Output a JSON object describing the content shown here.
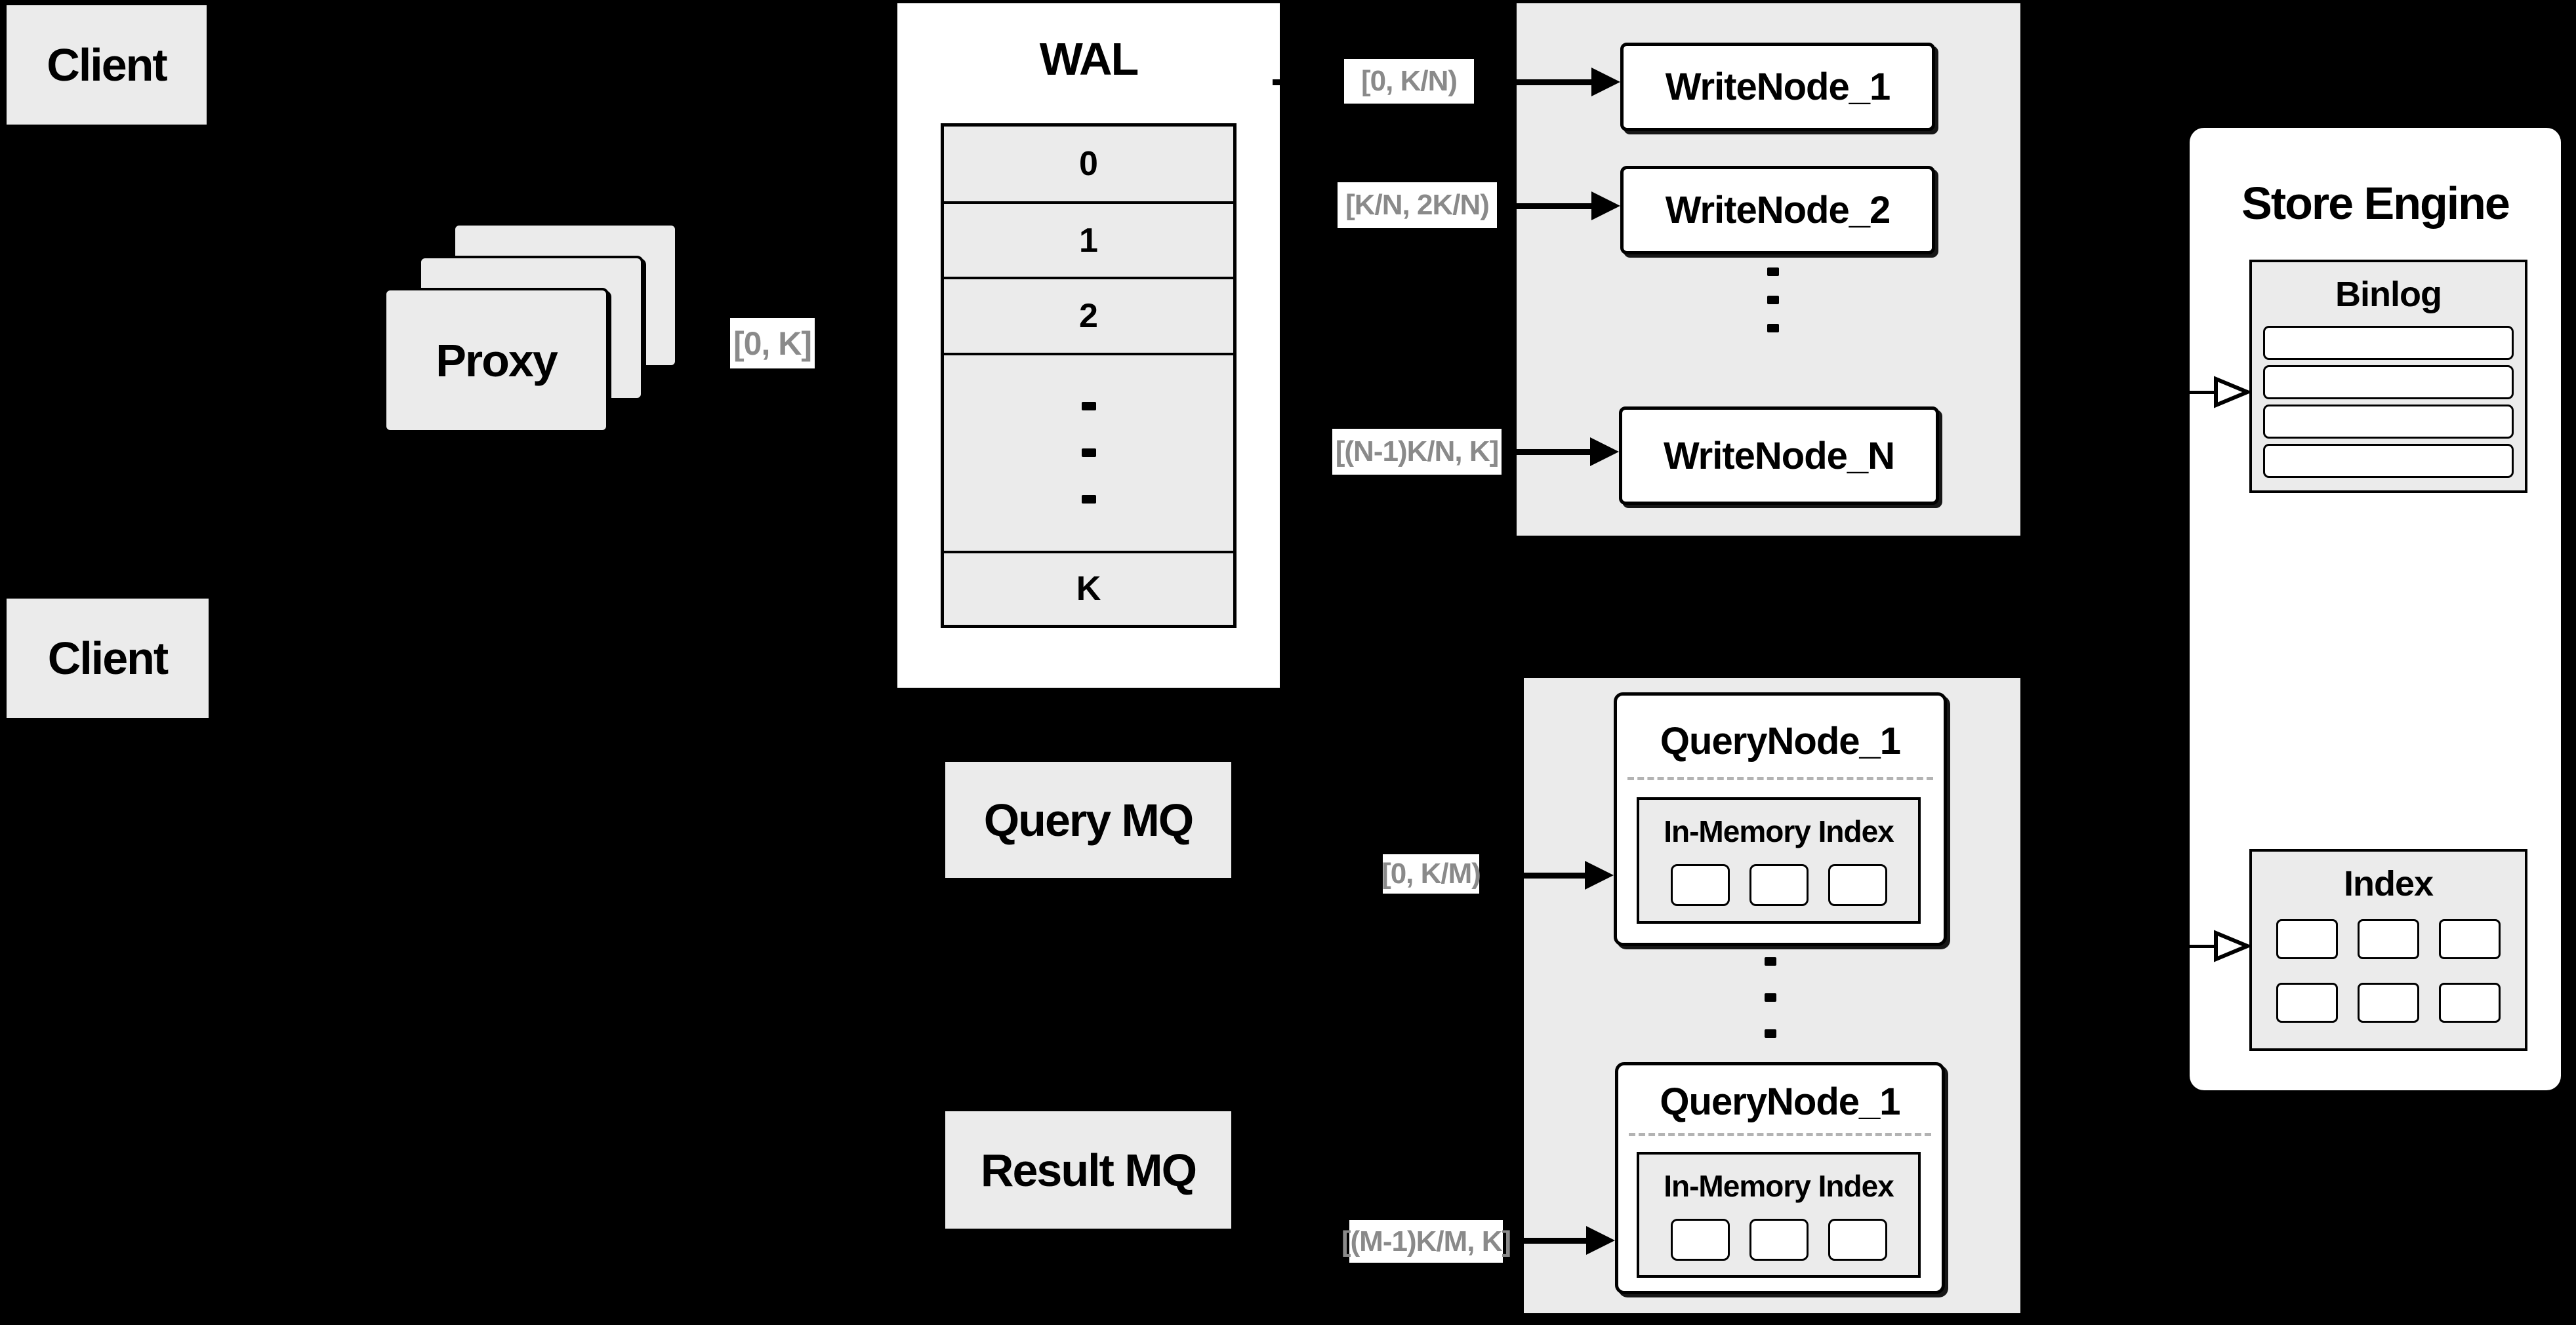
{
  "colors": {
    "background": "#000000",
    "panel_gray": "#ebebeb",
    "panel_white": "#ffffff",
    "range_label_text": "#8a8a8a",
    "line": "#000000",
    "divider_dash": "#b3b3b3"
  },
  "clients": {
    "top": "Client",
    "bottom": "Client"
  },
  "proxy": {
    "label": "Proxy"
  },
  "wal": {
    "title": "WAL",
    "segments": [
      "0",
      "1",
      "2"
    ],
    "last_segment": "K",
    "ellipsis_dot_count": 3
  },
  "ranges": {
    "proxy_out": "[0, K]",
    "write_1": "[0, K/N)",
    "write_2": "[K/N, 2K/N)",
    "write_n": "[(N-1)K/N, K]",
    "query_1": "[0, K/M)",
    "query_m": "[(M-1)K/M, K]"
  },
  "write_nodes": {
    "node_1": "WriteNode_1",
    "node_2": "WriteNode_2",
    "node_n": "WriteNode_N",
    "ellipsis_dot_count": 3
  },
  "mq": {
    "query": "Query MQ",
    "result": "Result MQ"
  },
  "query_nodes": {
    "node_top": "QueryNode_1",
    "node_bottom": "QueryNode_1",
    "in_memory_index": "In-Memory Index",
    "ellipsis_dot_count": 3
  },
  "store_engine": {
    "title": "Store Engine",
    "binlog": "Binlog",
    "index": "Index"
  }
}
